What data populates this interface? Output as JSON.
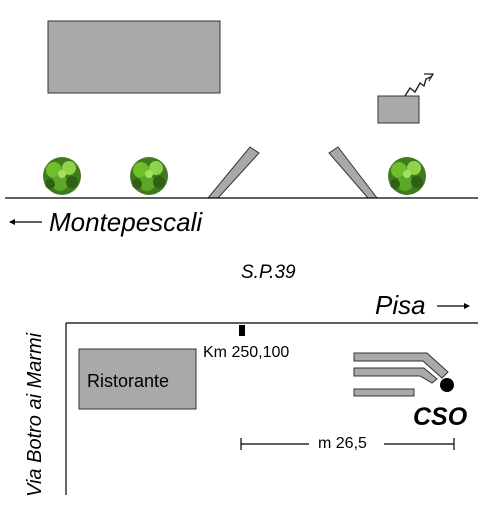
{
  "labels": {
    "montepescali": "Montepescali",
    "sp39": "S.P.39",
    "pisa": "Pisa",
    "via": "Via Botro ai Marmi",
    "km": "Km 250,100",
    "ristorante": "Ristorante",
    "cso": "CSO",
    "distance": "m 26,5"
  },
  "colors": {
    "building_fill": "#a9a9a9",
    "building_stroke": "#333333",
    "tree_green": "#3f7a1e",
    "tree_light": "#6fbf2a",
    "line": "#000000"
  },
  "icons": {
    "left_arrow": "arrow-left-icon",
    "right_arrow": "arrow-right-icon",
    "tree": "tree-icon",
    "flag": "flag-icon",
    "marker": "location-dot-icon"
  }
}
